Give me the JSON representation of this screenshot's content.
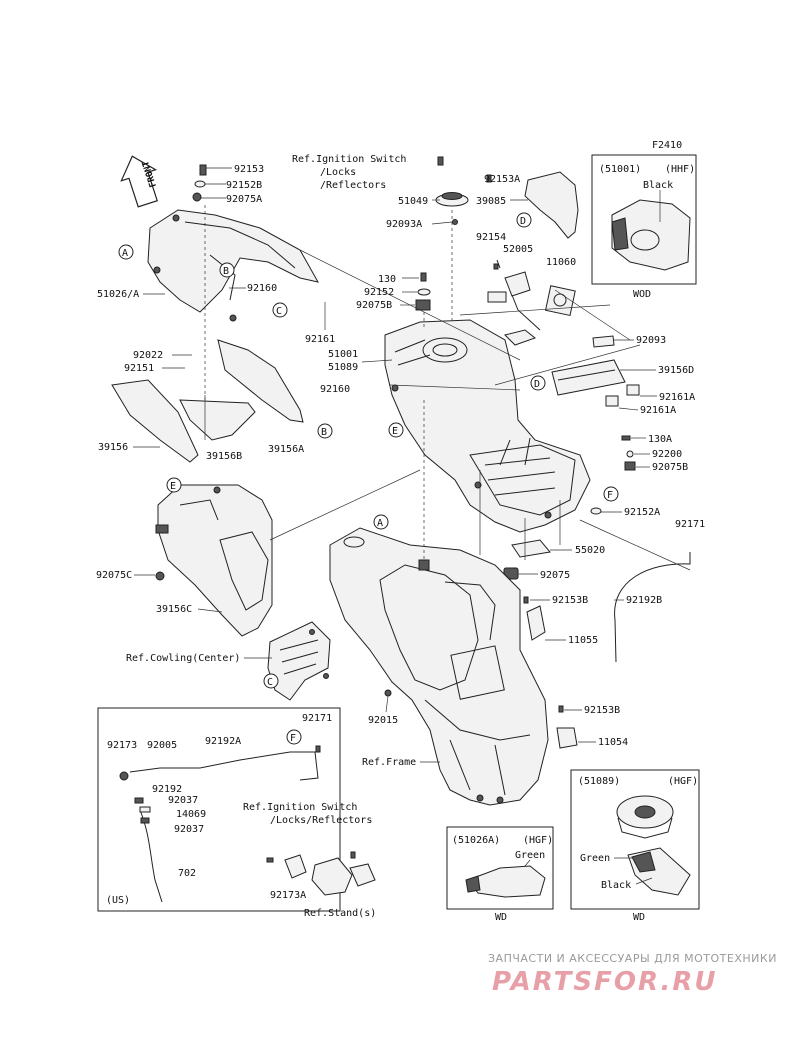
{
  "diagram_code": "F2410",
  "front_label": "FRONT",
  "callouts": [
    "A",
    "B",
    "C",
    "D",
    "E",
    "F"
  ],
  "part_labels": {
    "p92153": "92153",
    "p92152B": "92152B",
    "p92075A": "92075A",
    "p51026A": "51026/A",
    "p92160a": "92160",
    "p92161": "92161",
    "p92022": "92022",
    "p92151": "92151",
    "p39156": "39156",
    "p39156B": "39156B",
    "p39156A": "39156A",
    "p92160b": "92160",
    "p92075C": "92075C",
    "p39156C": "39156C",
    "ref_ignition_1": "Ref.Ignition Switch",
    "ref_ignition_1b": "/Locks",
    "ref_ignition_1c": "/Reflectors",
    "p92153A": "92153A",
    "p51049": "51049",
    "p39085": "39085",
    "p92093A": "92093A",
    "p92154": "92154",
    "p52005": "52005",
    "p11060": "11060",
    "p130a": "130",
    "p92152": "92152",
    "p92075B_a": "92075B",
    "p51001": "51001",
    "p51089": "51089",
    "p92093": "92093",
    "p39156D": "39156D",
    "p92161A_a": "92161A",
    "p92161A_b": "92161A",
    "p130A": "130A",
    "p92200": "92200",
    "p92075B_b": "92075B",
    "p92152A": "92152A",
    "p92171a": "92171",
    "p55020": "55020",
    "p92075": "92075",
    "p92153B_a": "92153B",
    "p92192B": "92192B",
    "p11055": "11055",
    "ref_cowling": "Ref.Cowling(Center)",
    "p92015": "92015",
    "ref_frame": "Ref.Frame",
    "p92153B_b": "92153B",
    "p11054": "11054",
    "p92171b": "92171",
    "p92173": "92173",
    "p92005": "92005",
    "p92192A": "92192A",
    "p92192": "92192",
    "p92037a": "92037",
    "p14069": "14069",
    "p92037b": "92037",
    "p702": "702",
    "us_label": "(US)",
    "ref_ignition_2": "Ref.Ignition Switch",
    "ref_ignition_2b": "/Locks/Reflectors",
    "p92173A": "92173A",
    "ref_stand": "Ref.Stand(s)"
  },
  "inset_boxes": {
    "hhf": {
      "code": "(51001)",
      "variant": "(HHF)",
      "color": "Black",
      "footer": "WOD"
    },
    "hgf_tank": {
      "code": "(51089)",
      "variant": "(HGF)",
      "color1": "Green",
      "color2": "Black",
      "footer": "WD"
    },
    "hgf_cover": {
      "code": "(51026A)",
      "variant": "(HGF)",
      "color": "Green",
      "footer": "WD"
    }
  },
  "watermark": {
    "line1": "ЗАПЧАСТИ И АКСЕССУАРЫ ДЛЯ МОТОТЕХНИКИ",
    "line2": "PARTSFOR.RU"
  }
}
